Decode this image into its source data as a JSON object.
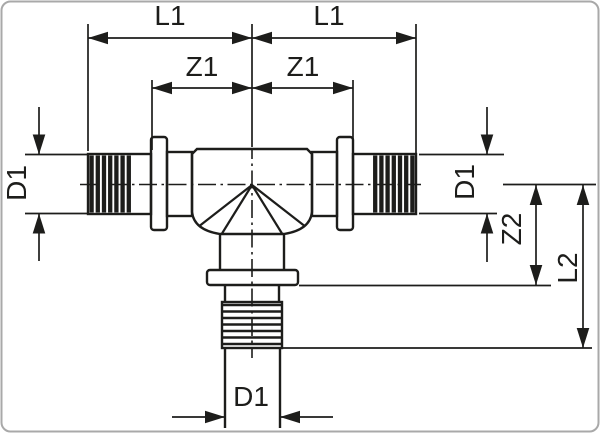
{
  "drawing": {
    "type": "technical-dimension-drawing",
    "subject": "tee pipe fitting",
    "labels": {
      "l1_left": "L1",
      "l1_right": "L1",
      "z1_left": "Z1",
      "z1_right": "Z1",
      "d1_left": "D1",
      "d1_right": "D1",
      "d1_bottom": "D1",
      "z2": "Z2",
      "l2": "L2"
    },
    "colors": {
      "line": "#1d1d1b",
      "border": "#a9a9a9",
      "background": "#ffffff"
    }
  }
}
